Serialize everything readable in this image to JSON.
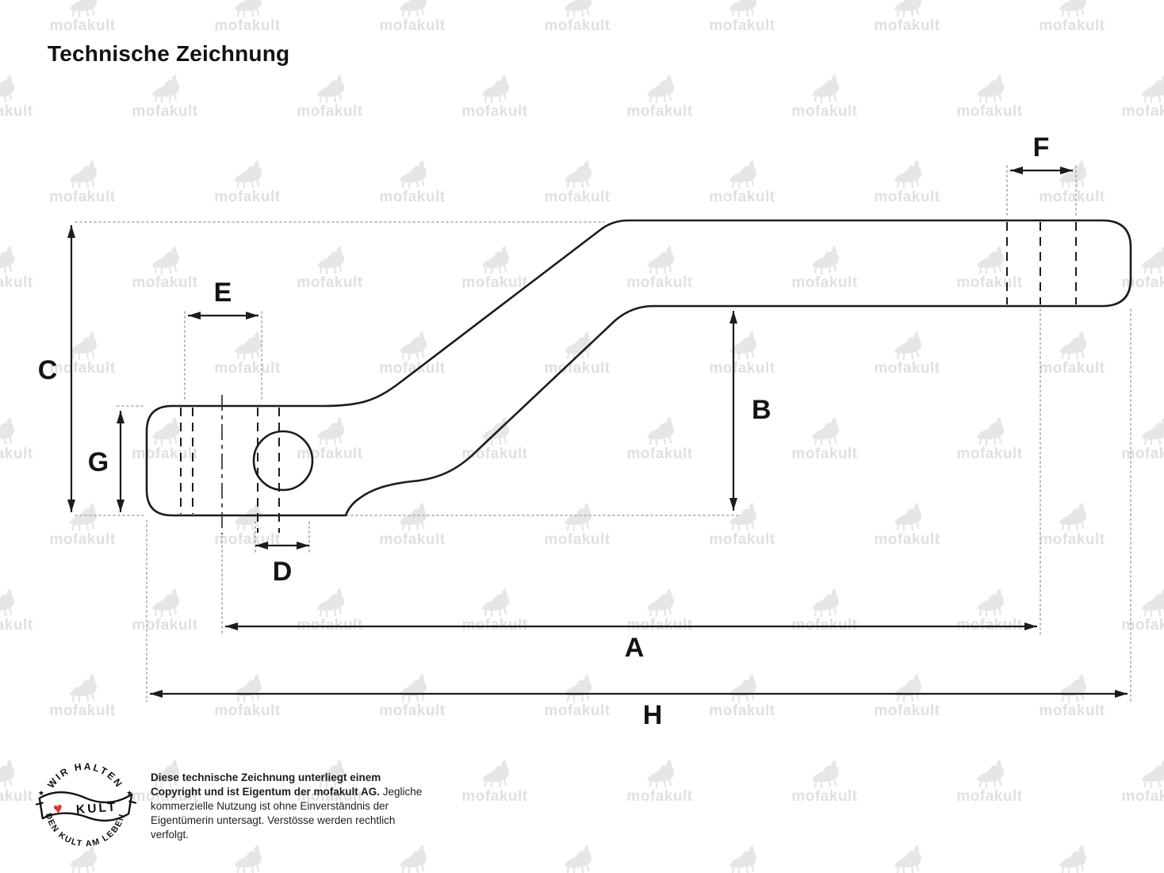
{
  "page": {
    "title": "Technische Zeichnung"
  },
  "watermark": {
    "text": "mofakult",
    "color": "#e0e0e0"
  },
  "drawing": {
    "type": "technical-drawing",
    "dimensions": {
      "A": "A",
      "B": "B",
      "C": "C",
      "D": "D",
      "E": "E",
      "F": "F",
      "G": "G",
      "H": "H"
    }
  },
  "footer": {
    "badge": {
      "arc_top": "WIR HALTEN",
      "flag_text": "KULT",
      "arc_bottom": "DEN KULT AM LEBEN",
      "heart": "♥",
      "star": "★"
    },
    "copyright": {
      "bold": "Diese technische Zeichnung unterliegt einem Copyright und ist Eigentum der mofakult AG.",
      "regular": "Jegliche kommerzielle Nutzung ist ohne Einverständnis der Eigentümerin untersagt. Verstösse werden rechtlich verfolgt."
    }
  },
  "colors": {
    "ink": "#1c1c1c",
    "extension_lines": "#a6a6a6",
    "watermark": "#e0e0e0",
    "heart": "#e63329"
  }
}
